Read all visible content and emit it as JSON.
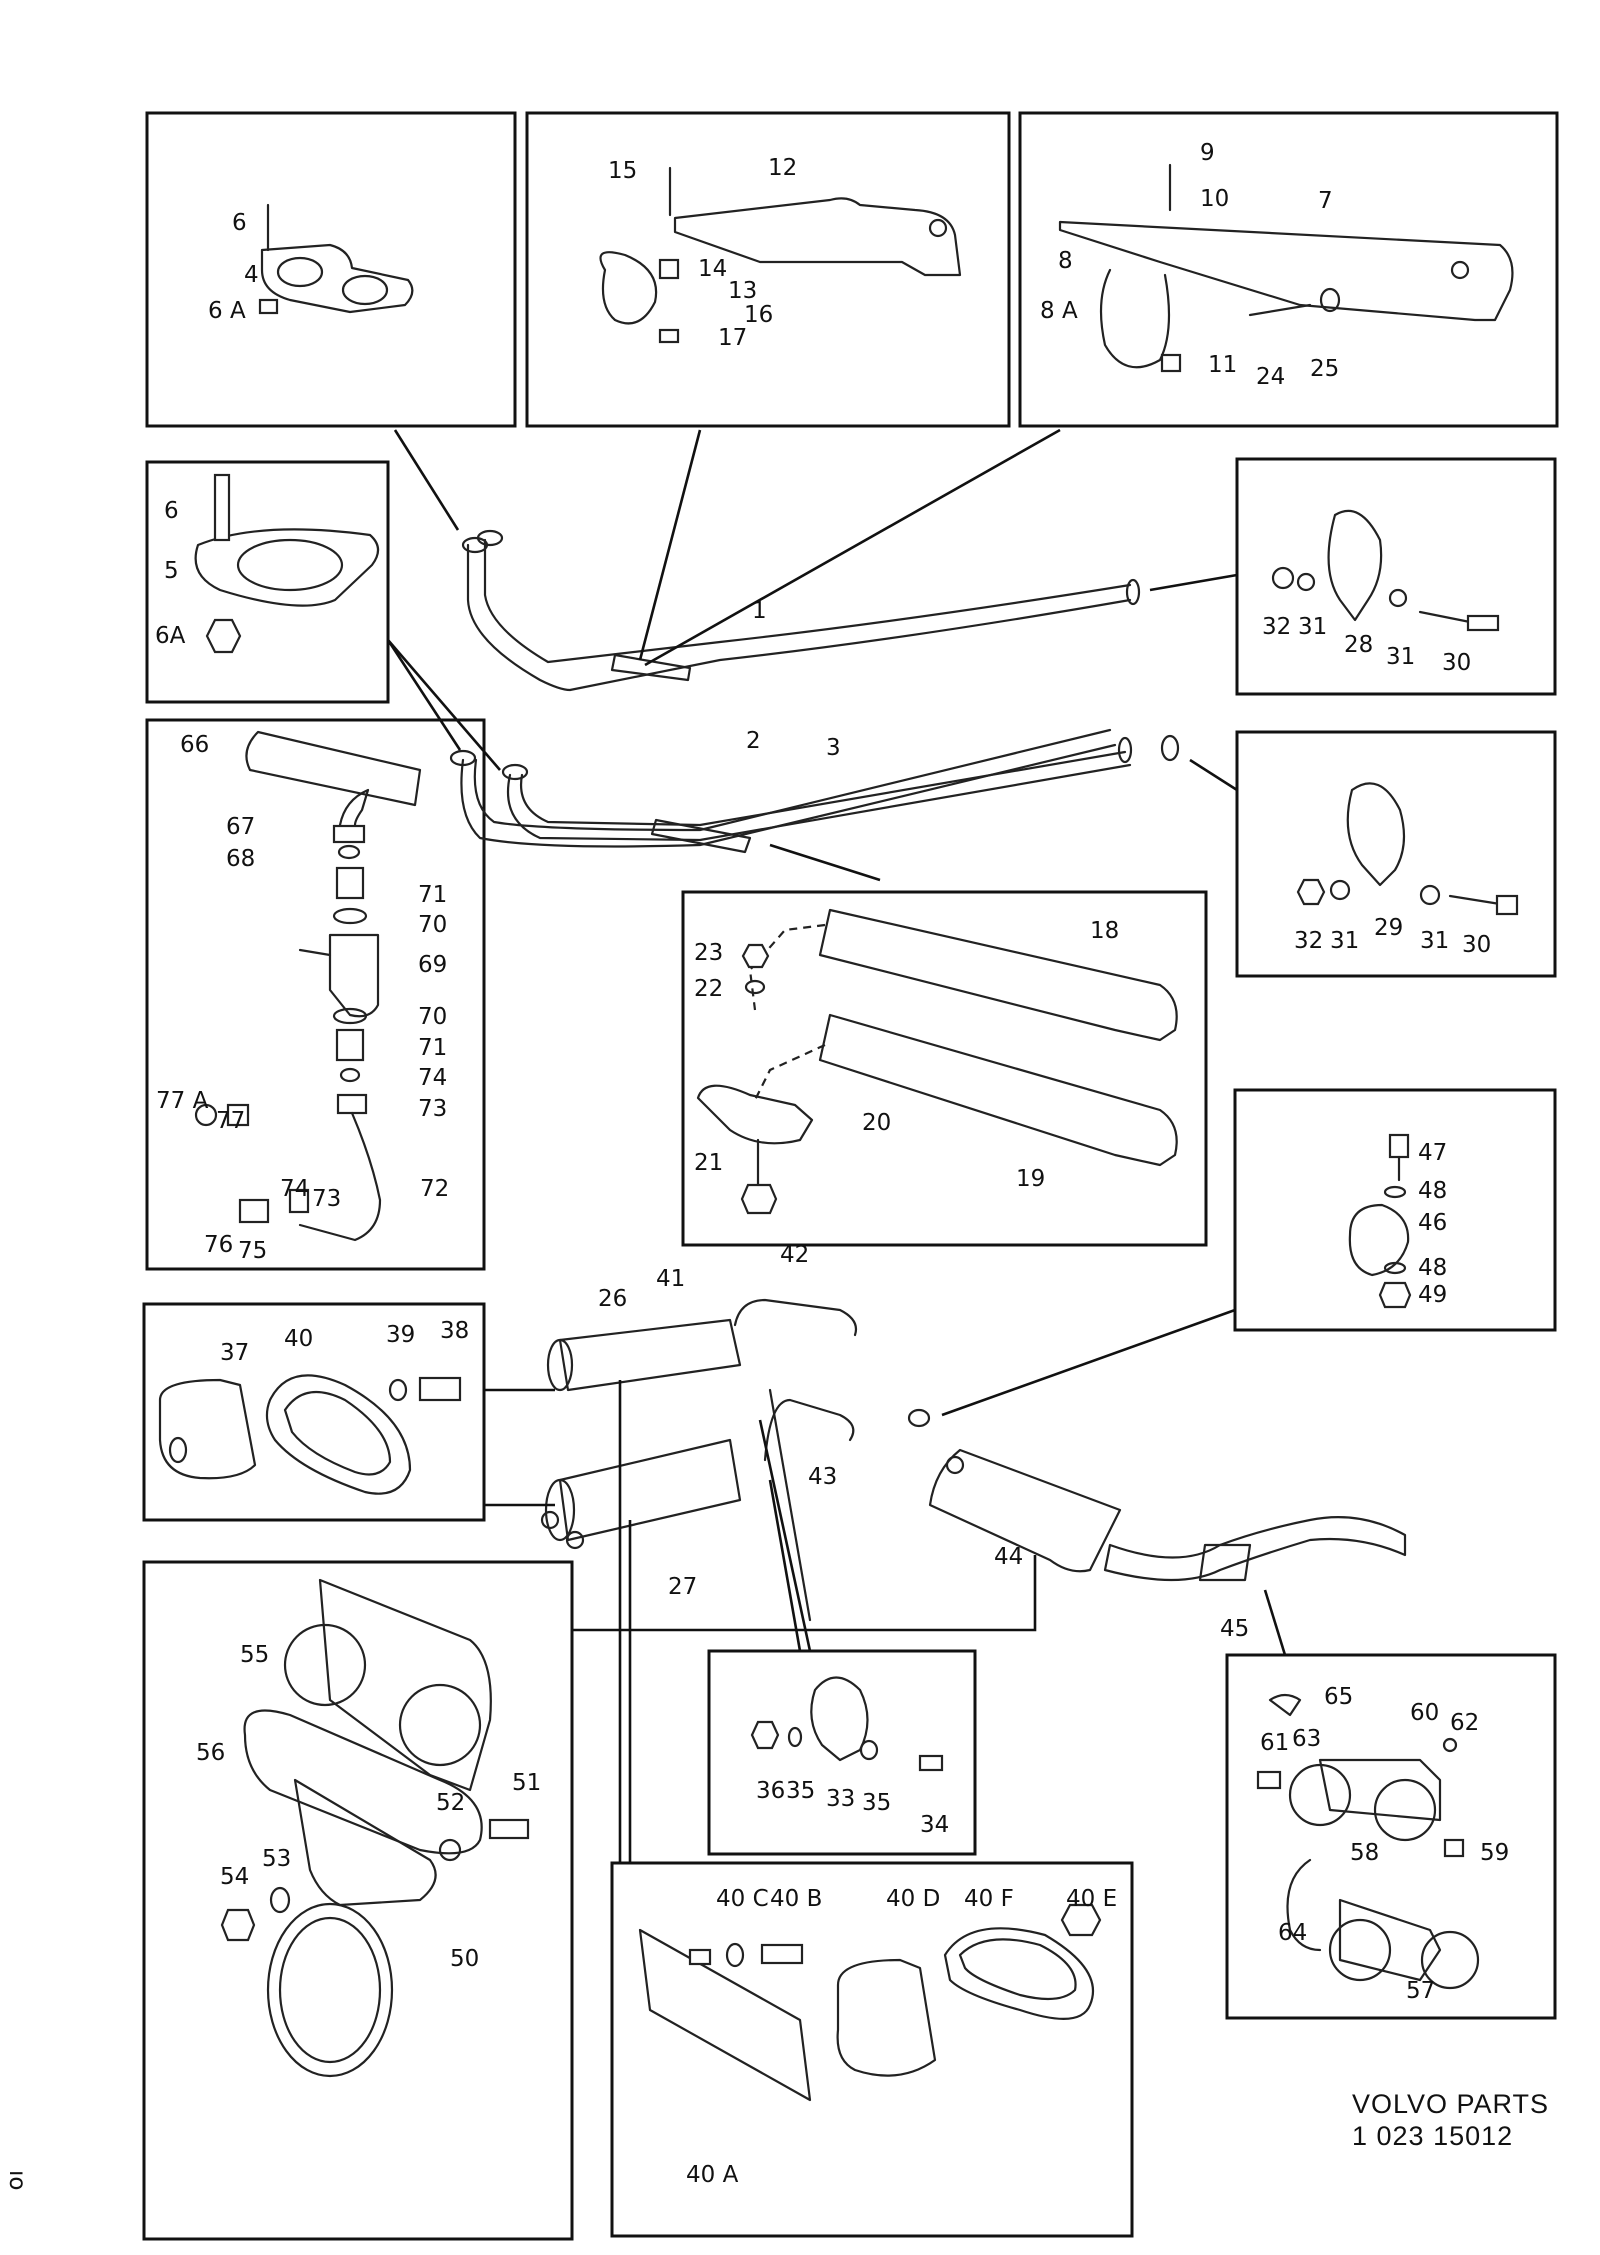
{
  "footer": {
    "brand": "VOLVO PARTS",
    "code": "1 023 15012"
  },
  "margin_mark": "ıo",
  "labels": [
    {
      "id": "l6a",
      "text": "6"
    },
    {
      "id": "l4a",
      "text": "4"
    },
    {
      "id": "l6Aa",
      "text": "6 A"
    },
    {
      "id": "l15",
      "text": "15"
    },
    {
      "id": "l12",
      "text": "12"
    },
    {
      "id": "l14",
      "text": "14"
    },
    {
      "id": "l13",
      "text": "13"
    },
    {
      "id": "l16",
      "text": "16"
    },
    {
      "id": "l17",
      "text": "17"
    },
    {
      "id": "l9",
      "text": "9"
    },
    {
      "id": "l10",
      "text": "10"
    },
    {
      "id": "l7",
      "text": "7"
    },
    {
      "id": "l8",
      "text": "8"
    },
    {
      "id": "l8A",
      "text": "8 A"
    },
    {
      "id": "l11",
      "text": "11"
    },
    {
      "id": "l24",
      "text": "24"
    },
    {
      "id": "l25",
      "text": "25"
    },
    {
      "id": "l6b",
      "text": "6"
    },
    {
      "id": "l5",
      "text": "5"
    },
    {
      "id": "l6Ab",
      "text": "6A"
    },
    {
      "id": "l1",
      "text": "1"
    },
    {
      "id": "l2",
      "text": "2"
    },
    {
      "id": "l3",
      "text": "3"
    },
    {
      "id": "l32a",
      "text": "32"
    },
    {
      "id": "l31a",
      "text": "31"
    },
    {
      "id": "l28",
      "text": "28"
    },
    {
      "id": "l31b",
      "text": "31"
    },
    {
      "id": "l30a",
      "text": "30"
    },
    {
      "id": "l32b",
      "text": "32"
    },
    {
      "id": "l31c",
      "text": "31"
    },
    {
      "id": "l29",
      "text": "29"
    },
    {
      "id": "l31d",
      "text": "31"
    },
    {
      "id": "l30b",
      "text": "30"
    },
    {
      "id": "l66",
      "text": "66"
    },
    {
      "id": "l67",
      "text": "67"
    },
    {
      "id": "l68",
      "text": "68"
    },
    {
      "id": "l71a",
      "text": "71"
    },
    {
      "id": "l70a",
      "text": "70"
    },
    {
      "id": "l69",
      "text": "69"
    },
    {
      "id": "l70b",
      "text": "70"
    },
    {
      "id": "l71b",
      "text": "71"
    },
    {
      "id": "l74a",
      "text": "74"
    },
    {
      "id": "l73a",
      "text": "73"
    },
    {
      "id": "l77A",
      "text": "77 A"
    },
    {
      "id": "l77",
      "text": "77"
    },
    {
      "id": "l72",
      "text": "72"
    },
    {
      "id": "l74b",
      "text": "74"
    },
    {
      "id": "l73b",
      "text": "73"
    },
    {
      "id": "l76",
      "text": "76"
    },
    {
      "id": "l75",
      "text": "75"
    },
    {
      "id": "l18",
      "text": "18"
    },
    {
      "id": "l23",
      "text": "23"
    },
    {
      "id": "l22",
      "text": "22"
    },
    {
      "id": "l20",
      "text": "20"
    },
    {
      "id": "l21",
      "text": "21"
    },
    {
      "id": "l19",
      "text": "19"
    },
    {
      "id": "l47",
      "text": "47"
    },
    {
      "id": "l48a",
      "text": "48"
    },
    {
      "id": "l46",
      "text": "46"
    },
    {
      "id": "l48b",
      "text": "48"
    },
    {
      "id": "l49",
      "text": "49"
    },
    {
      "id": "l37",
      "text": "37"
    },
    {
      "id": "l40",
      "text": "40"
    },
    {
      "id": "l39",
      "text": "39"
    },
    {
      "id": "l38",
      "text": "38"
    },
    {
      "id": "l26",
      "text": "26"
    },
    {
      "id": "l41",
      "text": "41"
    },
    {
      "id": "l42",
      "text": "42"
    },
    {
      "id": "l43",
      "text": "43"
    },
    {
      "id": "l27",
      "text": "27"
    },
    {
      "id": "l44",
      "text": "44"
    },
    {
      "id": "l45",
      "text": "45"
    },
    {
      "id": "l55",
      "text": "55"
    },
    {
      "id": "l56",
      "text": "56"
    },
    {
      "id": "l51",
      "text": "51"
    },
    {
      "id": "l52",
      "text": "52"
    },
    {
      "id": "l53",
      "text": "53"
    },
    {
      "id": "l54",
      "text": "54"
    },
    {
      "id": "l50",
      "text": "50"
    },
    {
      "id": "l36",
      "text": "36"
    },
    {
      "id": "l35a",
      "text": "35"
    },
    {
      "id": "l33",
      "text": "33"
    },
    {
      "id": "l35b",
      "text": "35"
    },
    {
      "id": "l34",
      "text": "34"
    },
    {
      "id": "l40C",
      "text": "40 C"
    },
    {
      "id": "l40B",
      "text": "40 B"
    },
    {
      "id": "l40D",
      "text": "40 D"
    },
    {
      "id": "l40F",
      "text": "40 F"
    },
    {
      "id": "l40E",
      "text": "40 E"
    },
    {
      "id": "l40A",
      "text": "40 A"
    },
    {
      "id": "l65",
      "text": "65"
    },
    {
      "id": "l60",
      "text": "60"
    },
    {
      "id": "l62",
      "text": "62"
    },
    {
      "id": "l61",
      "text": "61"
    },
    {
      "id": "l63",
      "text": "63"
    },
    {
      "id": "l58",
      "text": "58"
    },
    {
      "id": "l59",
      "text": "59"
    },
    {
      "id": "l64",
      "text": "64"
    },
    {
      "id": "l57",
      "text": "57"
    }
  ]
}
